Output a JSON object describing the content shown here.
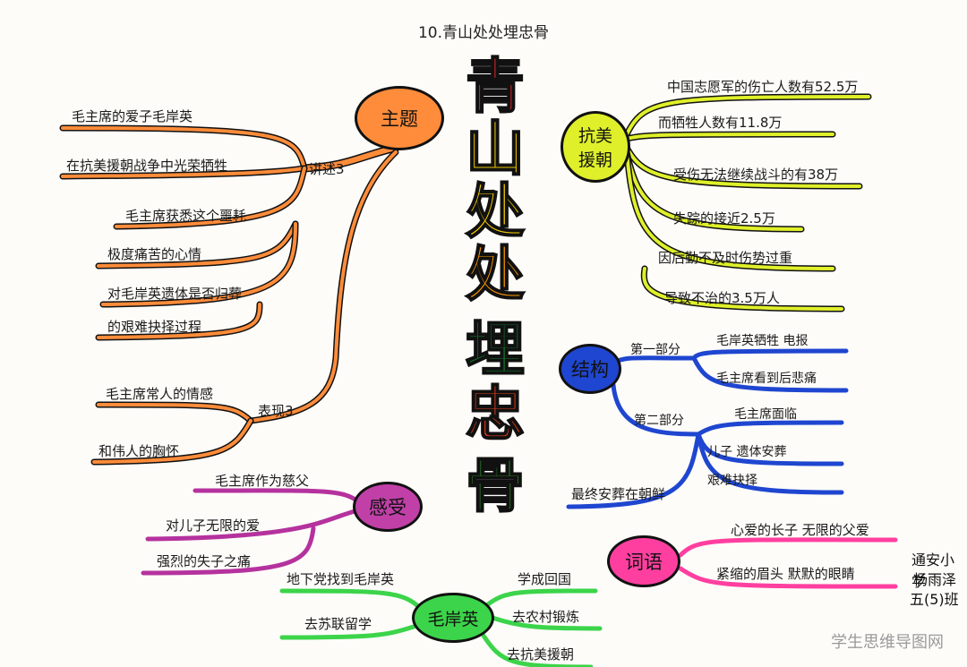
{
  "title": "10.青山处处埋忠骨",
  "center_chars": [
    "青",
    "山",
    "处",
    "处",
    "埋",
    "忠",
    "骨"
  ],
  "center_colors": [
    "#e52a2a",
    "#e8c200",
    "#ffd200",
    "#ff9a00",
    "#127a2a",
    "#e23a1a",
    "#2f8f2a"
  ],
  "topic": {
    "label": "主题",
    "narrate_label": "讲述3",
    "narrate_items": [
      "毛主席的爱子毛岸英",
      "在抗美援朝战争中光荣牺牲",
      "毛主席获悉这个噩耗",
      "极度痛苦的心情",
      "对毛岸英遗体是否归葬",
      "的艰难抉择过程"
    ],
    "express_label": "表现3",
    "express_items": [
      "毛主席常人的情感",
      "和伟人的胸怀"
    ],
    "color": "#ff8c3a"
  },
  "war": {
    "label_line1": "抗美",
    "label_line2": "援朝",
    "items": [
      "中国志愿军的伤亡人数有52.5万",
      "而牺牲人数有11.8万",
      "受伤无法继续战斗的有38万",
      "失踪的接近2.5万",
      "因后勤不及时伤势过重",
      "导致不治的3.5万人"
    ],
    "color": "#dff02a"
  },
  "structure": {
    "label": "结构",
    "part1_label": "第一部分",
    "part1_items": [
      "毛岸英牺牲    电报",
      "毛主席看到后悲痛"
    ],
    "part2_label": "第二部分",
    "part2_items": [
      "毛主席面临",
      "儿子 遗体安葬",
      "艰难抉择"
    ],
    "final": "最终安葬在朝鲜",
    "color": "#1f46d0"
  },
  "feeling": {
    "label": "感受",
    "items": [
      "毛主席作为慈父",
      "对儿子无限的爱",
      "强烈的失子之痛"
    ],
    "color": "#c040a8"
  },
  "words": {
    "label": "词语",
    "items": [
      "心爱的长子    无限的父爱",
      "紧缩的眉头    默默的眼睛"
    ],
    "color": "#ff3fa0"
  },
  "anying": {
    "label": "毛岸英",
    "left_items": [
      "地下党找到毛岸英",
      "去苏联留学"
    ],
    "right_items": [
      "学成回国",
      "去农村锻炼",
      "去抗美援朝"
    ],
    "color": "#3cd44a"
  },
  "author": [
    "通安小学",
    "杨雨泽",
    "五(5)班"
  ],
  "watermark": "学生思维导图网"
}
